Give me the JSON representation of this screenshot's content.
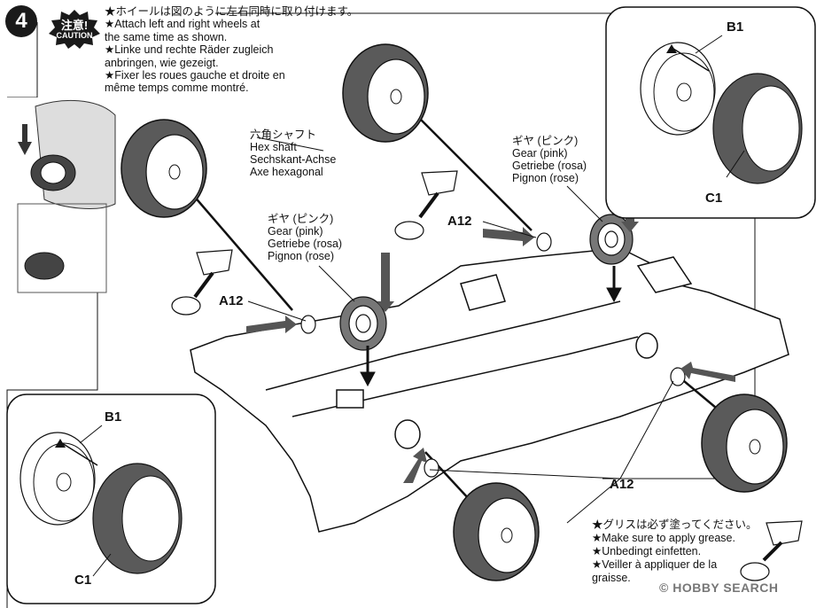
{
  "step": {
    "number": "4"
  },
  "caution": {
    "jp": "注意!",
    "en": "CAUTION"
  },
  "instructions": {
    "jp": "★ホイールは図のように左右同時に取り付けます。",
    "en1": "★Attach left and right wheels at",
    "en2": "the same time as shown.",
    "de1": "★Linke und rechte Räder zugleich",
    "de2": "anbringen, wie gezeigt.",
    "fr1": "★Fixer les roues gauche et droite en",
    "fr2": "même temps comme montré."
  },
  "hex_shaft": {
    "jp": "六角シャフト",
    "en": "Hex shaft",
    "de": "Sechskant-Achse",
    "fr": "Axe hexagonal"
  },
  "gear_right": {
    "jp": "ギヤ (ピンク)",
    "en": "Gear (pink)",
    "de": "Getriebe (rosa)",
    "fr": "Pignon (rose)"
  },
  "gear_left": {
    "jp": "ギヤ (ピンク)",
    "en": "Gear (pink)",
    "de": "Getriebe (rosa)",
    "fr": "Pignon (rose)"
  },
  "parts": {
    "a12_top": "A12",
    "a12_left": "A12",
    "a12_bottom": "A12",
    "b1_top": "B1",
    "c1_top": "C1",
    "b1_bottom": "B1",
    "c1_bottom": "C1"
  },
  "grease_note": {
    "jp": "★グリスは必ず塗ってください。",
    "en": "★Make sure to apply grease.",
    "de": "★Unbedingt einfetten.",
    "fr1": "★Veiller à appliquer de la",
    "fr2": "graisse."
  },
  "watermark": {
    "text": "© HOBBY SEARCH"
  },
  "colors": {
    "ink": "#111111",
    "tire": "#5a5a5a",
    "arrow": "#444444"
  }
}
